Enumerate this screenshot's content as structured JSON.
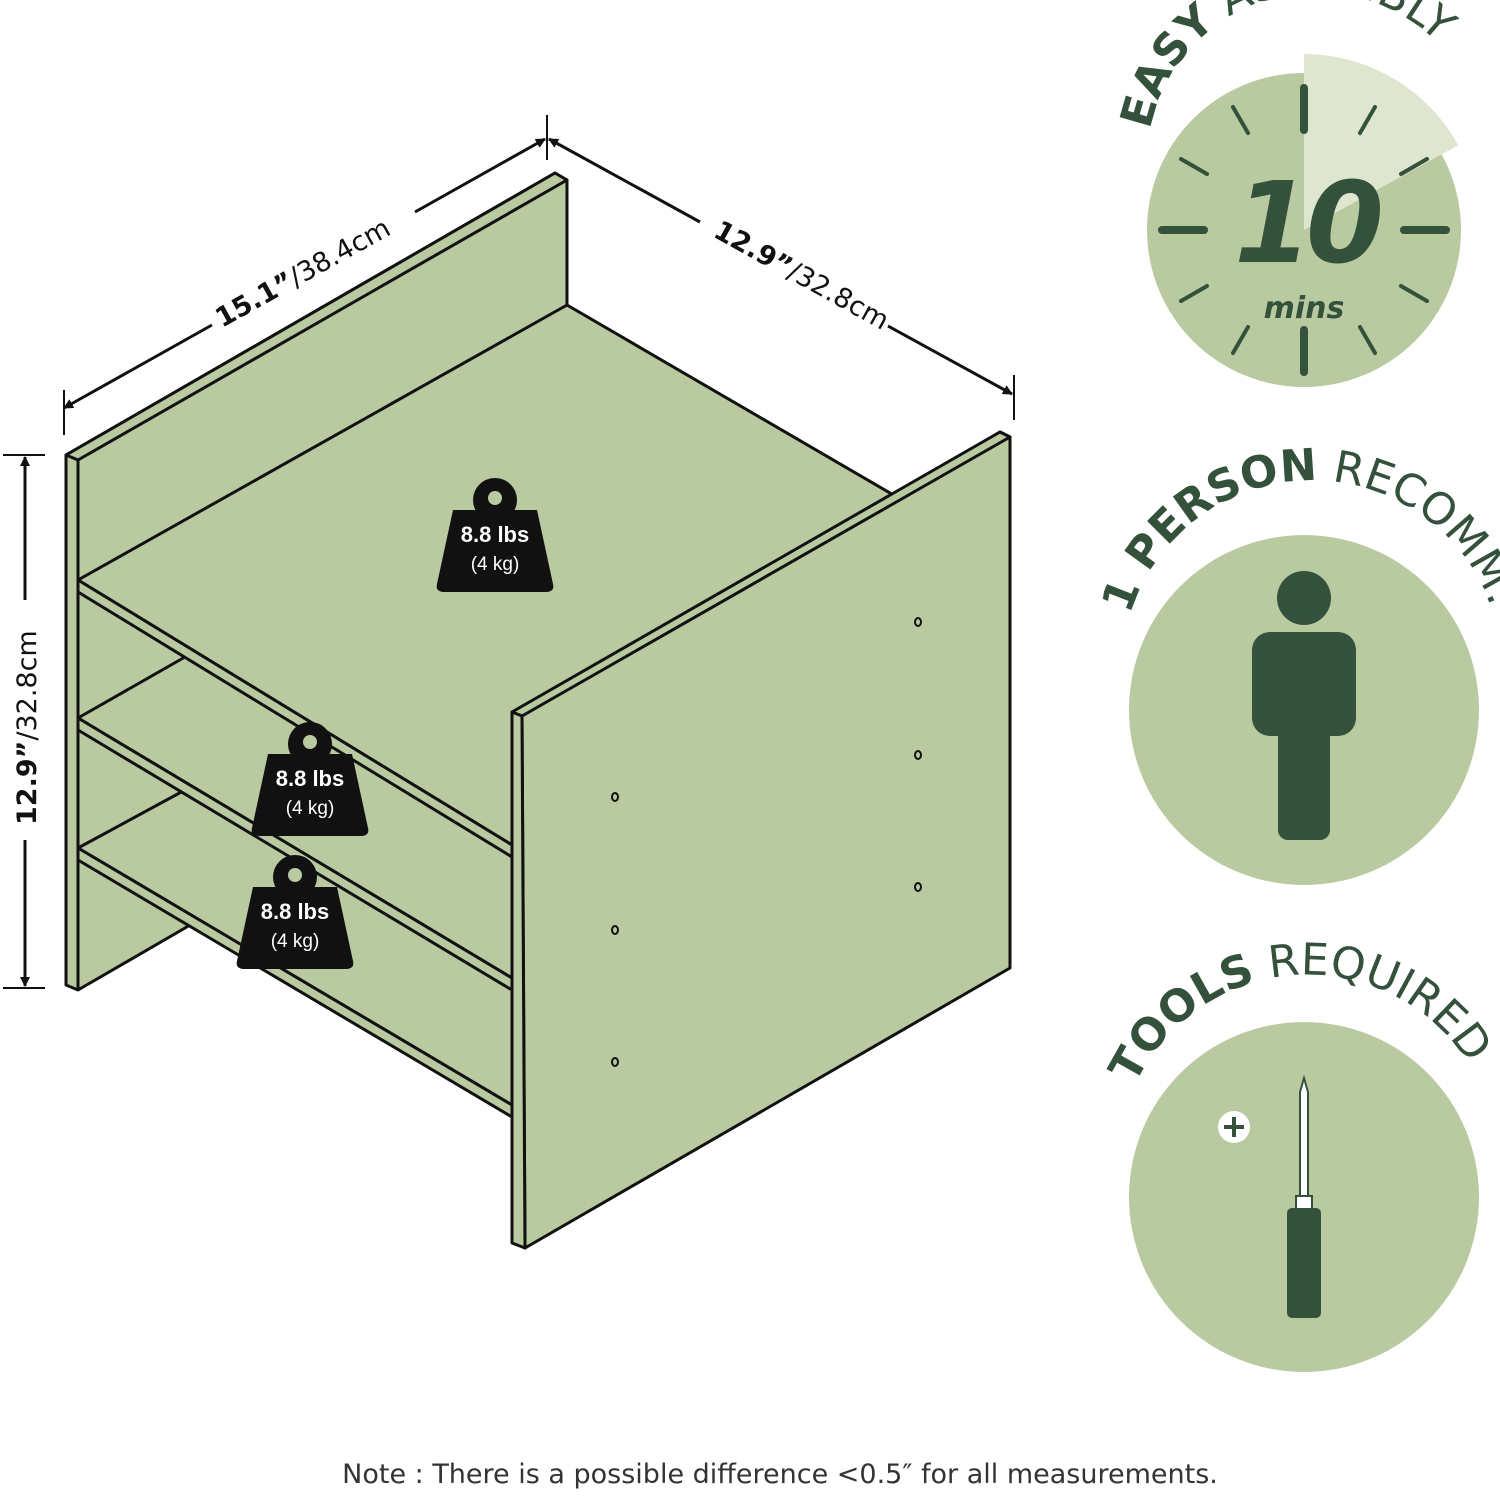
{
  "dimensions": {
    "width_bold": "15.1”",
    "width_rest": "/38.4cm",
    "depth_bold": "12.9”",
    "depth_rest": "/32.8cm",
    "height_bold": "12.9”",
    "height_rest": "/32.8cm"
  },
  "shelf_loads": [
    {
      "lbs": "8.8 lbs",
      "kg": "(4 kg)"
    },
    {
      "lbs": "8.8 lbs",
      "kg": "(4 kg)"
    },
    {
      "lbs": "8.8 lbs",
      "kg": "(4 kg)"
    }
  ],
  "badges": {
    "assembly": {
      "bold": "EASY",
      "rest": " ASSEMBLY",
      "number": "10",
      "unit": "mins",
      "progress_fraction": 0.17
    },
    "people": {
      "bold": "1 PERSON",
      "rest": " RECOMM."
    },
    "tools": {
      "bold": "TOOLS",
      "rest": " REQUIRED"
    }
  },
  "note": "Note : There is a possible difference <0.5″ for all measurements.",
  "colors": {
    "panel": "#b9c9a0",
    "dark_green": "#34513c",
    "light_wedge": "#dfe6cf",
    "weight": "#111111"
  }
}
